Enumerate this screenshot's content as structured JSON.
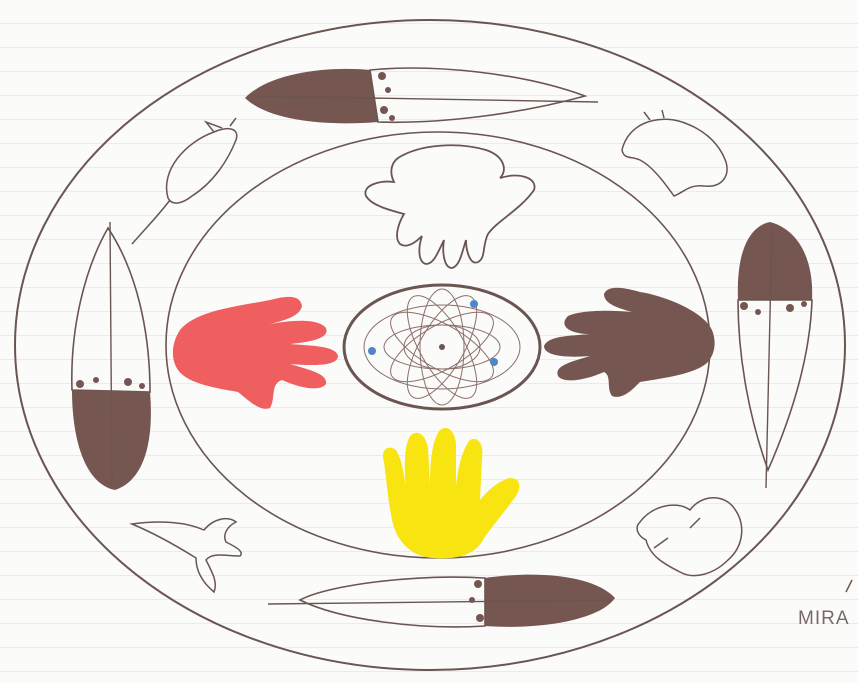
{
  "artwork": {
    "signature": "MIRA",
    "colors": {
      "outline": "#6b5550",
      "feather_dark": "#765650",
      "hand_red": "#ef5f60",
      "hand_brown": "#765650",
      "hand_yellow": "#f7e411",
      "bead_blue": "#4f86c6",
      "paper": "#fbfbfa",
      "rule_line": "#e9ecef"
    },
    "elements": [
      "outer-ring",
      "inner-ring",
      "dreamcatcher",
      "hand-white-top",
      "hand-red-left",
      "hand-brown-right",
      "hand-yellow-bottom",
      "feathers-4",
      "animals-4"
    ]
  }
}
